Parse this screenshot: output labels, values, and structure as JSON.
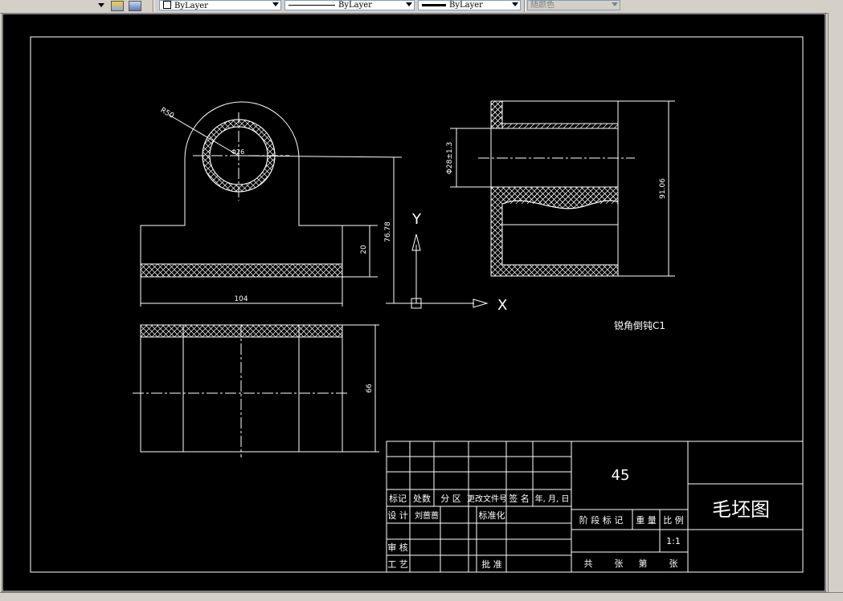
{
  "toolbar": {
    "color_combo": "ByLayer",
    "linetype_combo": "ByLayer",
    "lineweight_combo": "ByLayer",
    "plotstyle_combo": "随颜色"
  },
  "drawing": {
    "dims": {
      "radius": "R50",
      "hole_dia": "Φ26",
      "height_20": "20",
      "height_total": "76.78",
      "width_104": "104",
      "depth_66": "66",
      "bore_tol": "Φ28±1.3",
      "overall_h": "91.06"
    },
    "axis": {
      "y": "Y",
      "x": "X"
    },
    "note": "锐角倒钝C1"
  },
  "title_block": {
    "hdr_mark": "标记",
    "hdr_count": "处数",
    "hdr_zone": "分 区",
    "hdr_docno": "更改文件号",
    "hdr_sign": "签 名",
    "hdr_date": "年, 月, 日",
    "design": "设 计",
    "designer": "刘蔷蔷",
    "standard": "标准化",
    "review": "审 核",
    "process": "工 艺",
    "approve": "批 准",
    "material": "45",
    "stage": "阶 段 标 记",
    "weight": "重 量",
    "scale_label": "比 例",
    "scale_value": "1:1",
    "sheets": "共",
    "sheets_unit": "张",
    "sheet_no": "第",
    "sheet_no_unit": "张",
    "drawing_title": "毛坯图"
  }
}
